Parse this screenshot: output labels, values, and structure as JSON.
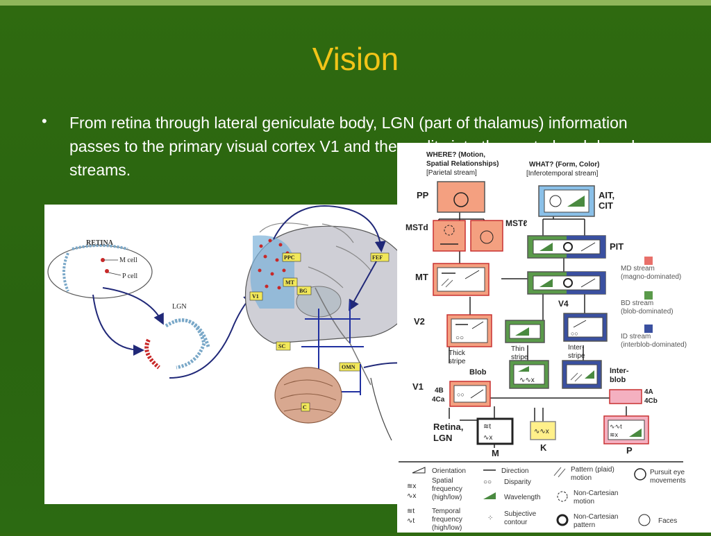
{
  "slide": {
    "title": "Vision",
    "bullet": "From retina through lateral geniculate body, LGN (part of thalamus) information passes to the primary visual cortex V1 and then splits into the ventral and dorsal streams."
  },
  "left_figure": {
    "retina": "RETINA",
    "m_cell": "M cell",
    "p_cell": "P cell",
    "lgn": "LGN",
    "ppc": "PPC",
    "fef": "FEF",
    "mt": "MT",
    "bg": "BG",
    "v1": "V1",
    "sc": "SC",
    "omn": "OMN",
    "c": "C"
  },
  "right_figure": {
    "where_l1": "WHERE? (Motion,",
    "where_l2": "Spatial Relationships)",
    "where_l3": "[Parietal stream]",
    "what_l1": "WHAT? (Form, Color)",
    "what_l2": "[Inferotemporal stream]",
    "pp": "PP",
    "ait": "AIT,",
    "cit": "CIT",
    "mstd": "MSTd",
    "mstl": "MSTℓ",
    "pit": "PIT",
    "mt": "MT",
    "v4": "V4",
    "v2": "V2",
    "v1": "V1",
    "thick_stripe_1": "Thick",
    "thick_stripe_2": "stripe",
    "thin_stripe_1": "Thin",
    "thin_stripe_2": "stripe",
    "inter_stripe_1": "Inter-",
    "inter_stripe_2": "stripe",
    "blob": "Blob",
    "interblob_1": "Inter-",
    "interblob_2": "blob",
    "l4b": "4B",
    "l4ca": "4Ca",
    "l4a": "4A",
    "l4cb": "4Cb",
    "retina_lgn_1": "Retina,",
    "retina_lgn_2": "LGN",
    "m": "M",
    "k": "K",
    "p": "P",
    "md_1": "MD stream",
    "md_2": "(magno-dominated)",
    "bd_1": "BD stream",
    "bd_2": "(blob-dominated)",
    "id_1": "ID stream",
    "id_2": "(interblob-dominated)",
    "leg_orientation": "Orientation",
    "leg_direction": "Direction",
    "leg_pattern_1": "Pattern (plaid)",
    "leg_pattern_2": "motion",
    "leg_pursuit_1": "Pursuit eye",
    "leg_pursuit_2": "movements",
    "leg_spatial_1": "Spatial",
    "leg_spatial_2": "frequency",
    "leg_spatial_3": "(high/low)",
    "leg_disparity": "Disparity",
    "leg_wavelength": "Wavelength",
    "leg_noncart_motion_1": "Non-Cartesian",
    "leg_noncart_motion_2": "motion",
    "leg_temporal_1": "Temporal",
    "leg_temporal_2": "frequency",
    "leg_temporal_3": "(high/low)",
    "leg_subjective_1": "Subjective",
    "leg_subjective_2": "contour",
    "leg_noncart_pattern_1": "Non-Cartesian",
    "leg_noncart_pattern_2": "pattern",
    "leg_faces": "Faces"
  },
  "colors": {
    "background": "#2c6610",
    "title": "#f2c418",
    "md_stream": "#e8706a",
    "bd_stream": "#5a9a4a",
    "id_stream": "#3a50a0"
  }
}
